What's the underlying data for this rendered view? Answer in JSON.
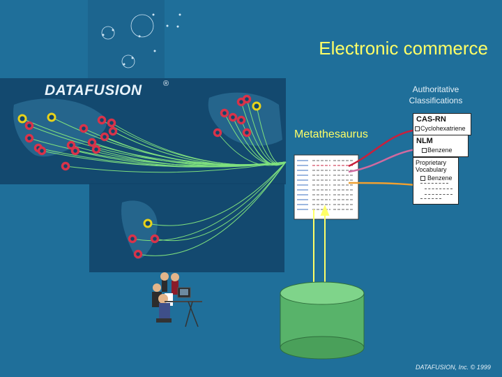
{
  "header": {
    "title": "Electronic commerce",
    "brand": "DATAFUSION",
    "brand_mark": "®"
  },
  "sources": {
    "heading": "Authoritative Classifications",
    "cas": {
      "name": "CAS-RN",
      "term": "Cyclohexatriene"
    },
    "nlm": {
      "name": "NLM",
      "term": "Benzene"
    },
    "proprietary": {
      "name": "Proprietary Vocabulary",
      "term": "Benzene"
    }
  },
  "center": {
    "label": "Metathesaurus"
  },
  "footer": {
    "copyright": "DATAFUSION, Inc. © 1999"
  },
  "colors": {
    "background": "#1f6f9a",
    "map": "#12456a",
    "connector": "#7ee07e",
    "title": "#ffff66",
    "node_red": "#d8334a",
    "node_yellow": "#e8d21a",
    "database": "#58b36a"
  },
  "icons": [
    "user-workstation-icon",
    "database-cylinder-icon",
    "document-icon"
  ]
}
